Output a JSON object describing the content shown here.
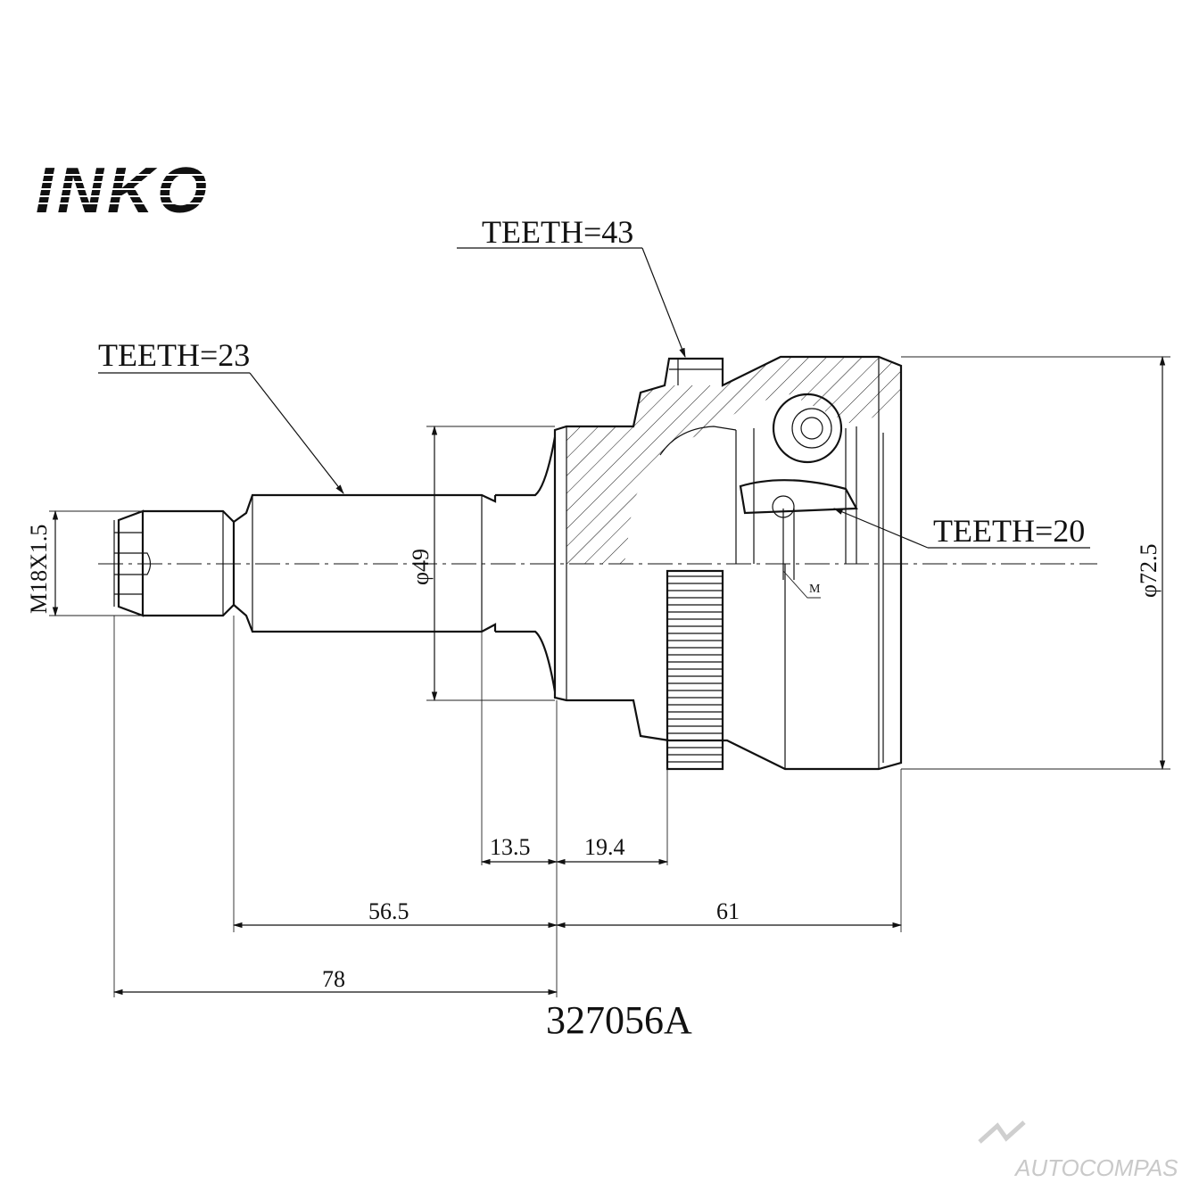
{
  "brand": {
    "logo_text": "INKO"
  },
  "labels": {
    "teeth_outer": "TEETH=43",
    "teeth_shaft": "TEETH=23",
    "teeth_inner": "TEETH=20",
    "thread": "M18X1.5",
    "dia_shaft": "φ49",
    "dia_housing": "φ72.5",
    "marker": "M"
  },
  "dimensions": {
    "d1": "13.5",
    "d2": "19.4",
    "d3": "56.5",
    "d4": "61",
    "d5": "78"
  },
  "part_number": "327056A",
  "watermark": "AUTOCOMPAS"
}
